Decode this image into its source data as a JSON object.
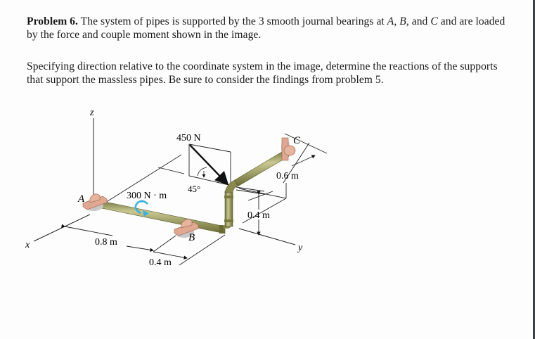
{
  "problem": {
    "label": "Problem 6.",
    "p1_part1": " The system of pipes is supported by the 3 smooth journal bearings at ",
    "bearing_a": "A",
    "sep1": ", ",
    "bearing_b": "B",
    "sep2": ", and ",
    "bearing_c": "C",
    "p1_part2": " and are loaded by the force and couple moment shown in the image.",
    "p2": "Specifying direction relative to the coordinate system in the image, determine the reactions of the supports that support the massless pipes. Be sure to consider the findings from problem 5."
  },
  "figure": {
    "axis_z": "z",
    "axis_x": "x",
    "axis_y": "y",
    "label_a": "A",
    "label_b": "B",
    "label_c": "C",
    "force": "450 N",
    "angle": "45°",
    "moment": "300 N · m",
    "dim_ab": "0.8 m",
    "dim_b_bend": "0.4 m",
    "dim_vertical": "0.4 m",
    "dim_c": "0.6 m",
    "colors": {
      "pipe": "#8a8a4a",
      "pipe_highlight": "#c8c890",
      "bearing": "#e0a890",
      "bearing_dark": "#a8705a",
      "moment_arrow": "#3bb0e0",
      "shadow": "#c8c8c8"
    }
  }
}
